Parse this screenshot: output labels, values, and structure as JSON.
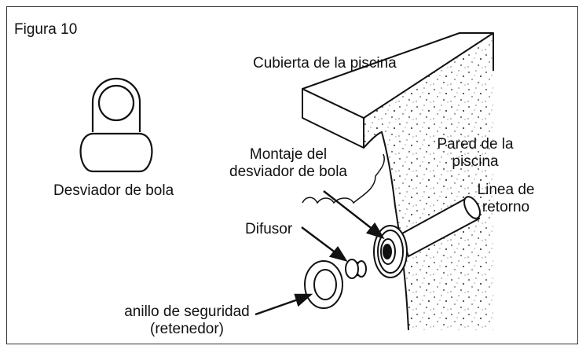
{
  "figure": {
    "title": "Figura 10",
    "labels": {
      "ball_diverter": "Desviador de bola",
      "pool_deck": "Cubierta de la piscina",
      "pool_wall_line1": "Pared de la",
      "pool_wall_line2": "piscina",
      "assembly_line1": "Montaje del",
      "assembly_line2": "desviador de bola",
      "return_line_line1": "Linea de",
      "return_line_line2": "retorno",
      "diffuser": "Difusor",
      "safety_ring_line1": "anillo de seguridad",
      "safety_ring_line2": "(retenedor)"
    }
  }
}
